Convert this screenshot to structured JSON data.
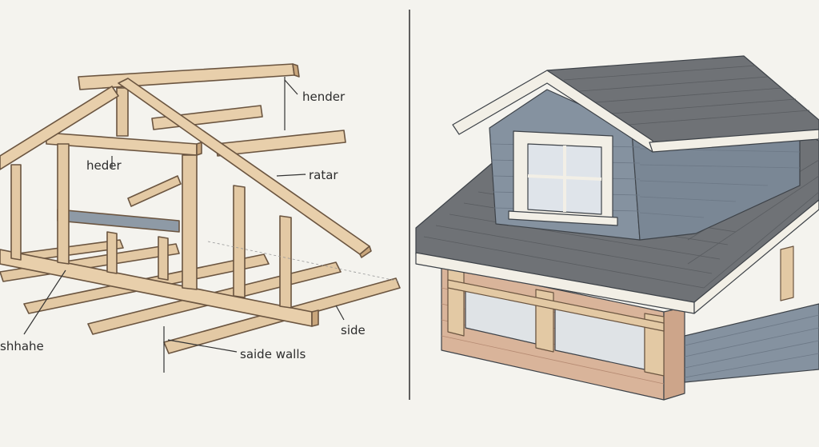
{
  "labels": {
    "hender": "hender",
    "heder": "heder",
    "ratar": "ratar",
    "side": "side",
    "shhahe": "shhahe",
    "saide_walls": "saide walls"
  },
  "colors": {
    "background": "#f4f3ee",
    "lumber": "#e3c9a4",
    "lumber_dark": "#c9a67c",
    "outline": "#6b5540",
    "siding": "#8592a0",
    "shingle": "#6f7276",
    "trim": "#f2efe6",
    "brick": "#d9b49a",
    "divider": "#3a3a3a"
  }
}
